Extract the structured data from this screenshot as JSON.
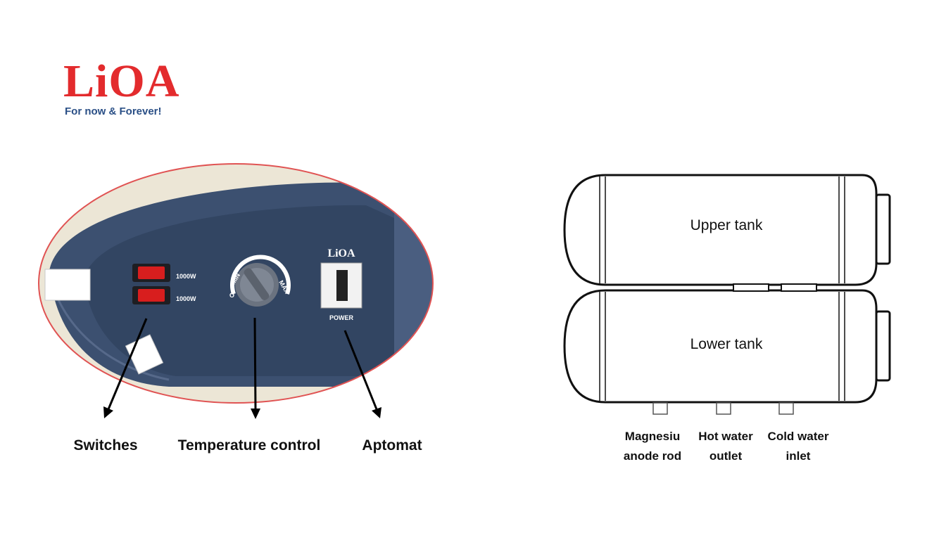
{
  "brand": {
    "name": "LiOA",
    "slogan": "For now & Forever!",
    "primary_color": "#e32b2d",
    "secondary_color": "#2a4f86"
  },
  "control_panel": {
    "panel_brand": "LiOA",
    "switches": [
      {
        "rating": "1000W",
        "color": "#d81e1e"
      },
      {
        "rating": "1000W",
        "color": "#d81e1e"
      }
    ],
    "dial": {
      "min_label": "MIN",
      "max_label": "MAX",
      "off_label": "O"
    },
    "breaker_label": "POWER",
    "panel_color": "#3c5070",
    "body_color": "#ece6d6",
    "outline_color": "#e05353"
  },
  "captions": {
    "switches": "Switches",
    "temperature": "Temperature control",
    "aptomat": "Aptomat"
  },
  "tanks": {
    "upper": "Upper tank",
    "lower": "Lower tank"
  },
  "ports": [
    {
      "line1": "Magnesiu",
      "line2": "anode rod"
    },
    {
      "line1": "Hot water",
      "line2": "outlet"
    },
    {
      "line1": "Cold water",
      "line2": "inlet"
    }
  ]
}
